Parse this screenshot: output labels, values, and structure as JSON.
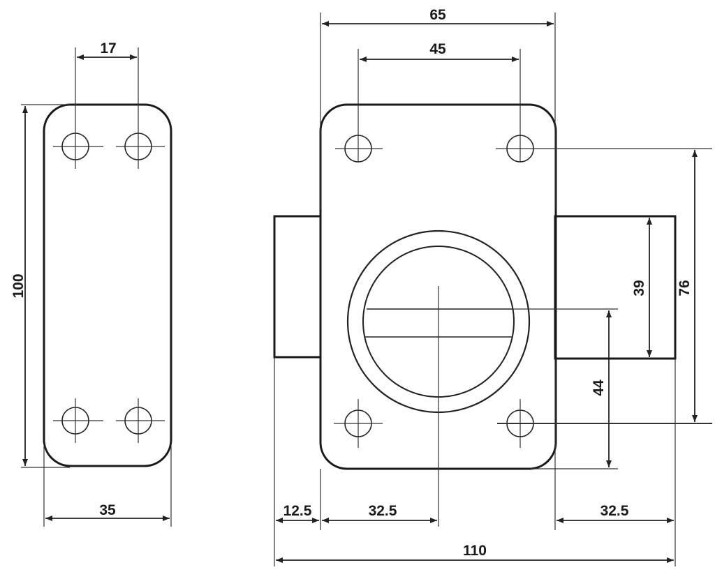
{
  "dimensions": {
    "plate_hole_spacing": "17",
    "plate_height": "100",
    "plate_width": "35",
    "body_width": "65",
    "hole_spacing_horizontal": "45",
    "bolt_height": "39",
    "hole_spacing_vertical": "76",
    "cylinder_offset": "44",
    "bolt_projection_left": "12.5",
    "cylinder_from_body_edge": "32.5",
    "bolt_projection_right": "32.5",
    "overall_length": "110"
  },
  "colors": {
    "line": "#1a1a1a",
    "background": "#ffffff"
  }
}
